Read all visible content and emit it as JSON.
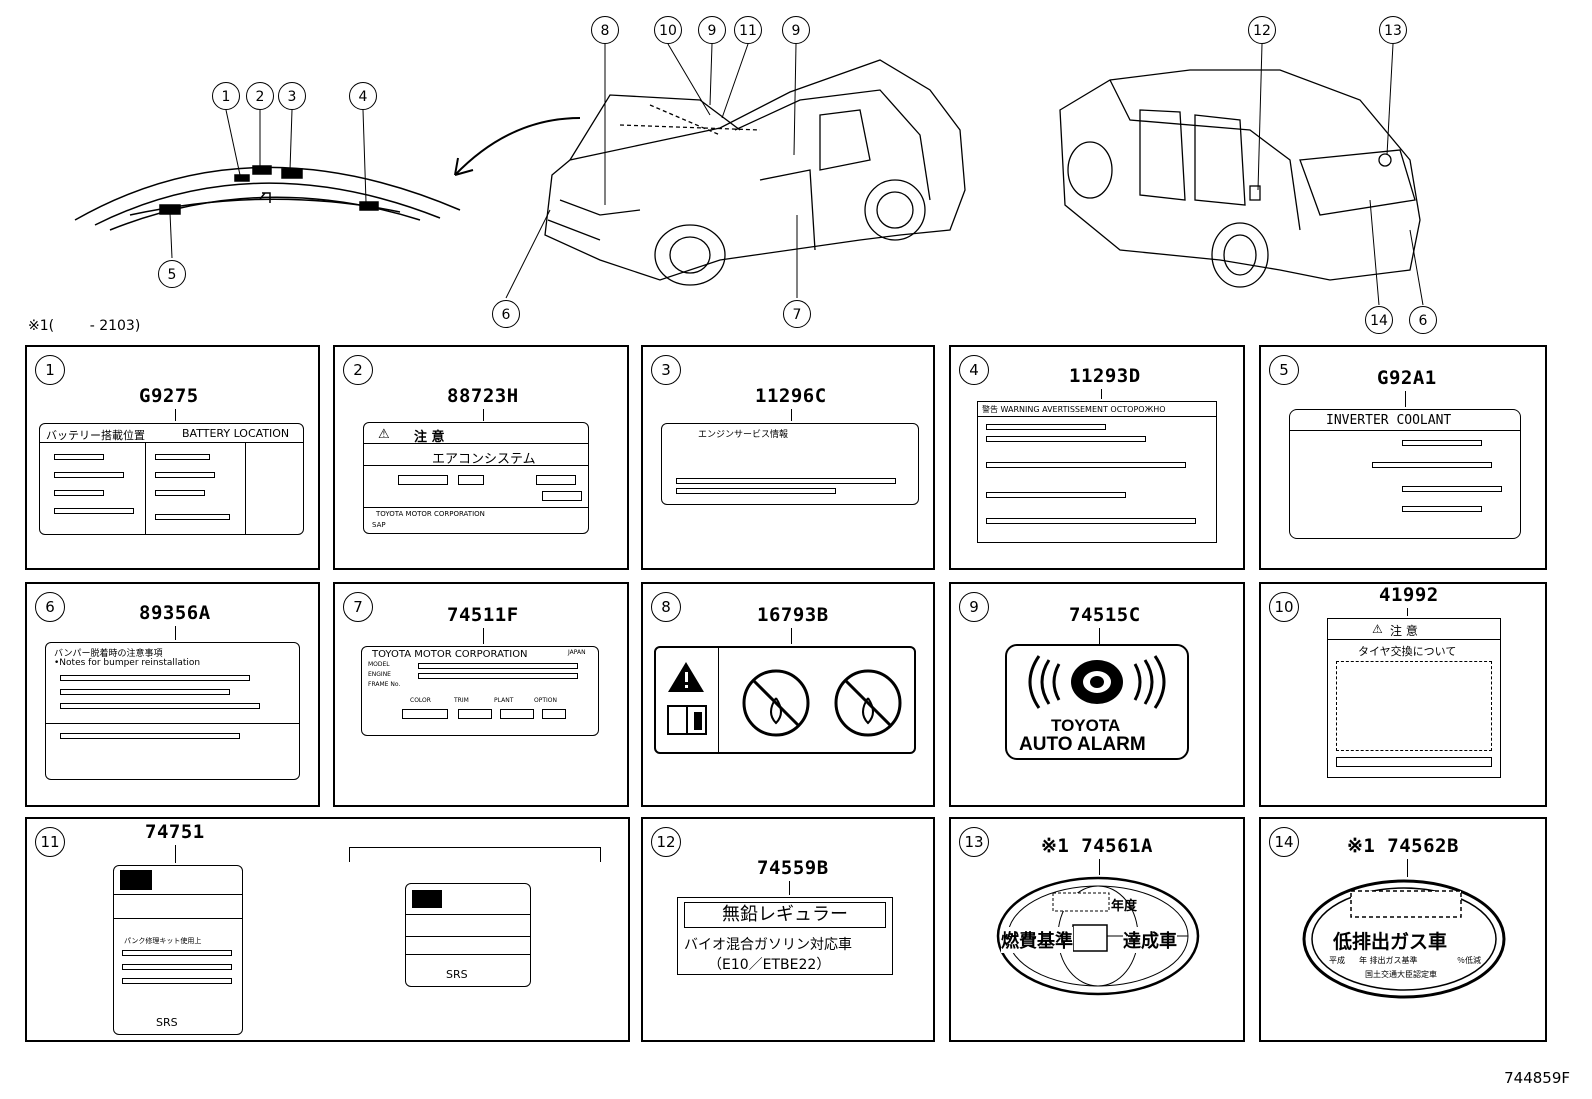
{
  "note_line": "※1(        - 2103)",
  "figure_id": "744859F",
  "callouts_top": [
    "1",
    "2",
    "3",
    "4",
    "5",
    "6",
    "7",
    "8",
    "9",
    "10",
    "11",
    "9",
    "12",
    "13",
    "14",
    "6"
  ],
  "panels": [
    {
      "num": "1",
      "part": "G9275",
      "text": [
        "バッテリー搭載位置",
        "BATTERY LOCATION"
      ]
    },
    {
      "num": "2",
      "part": "88723H",
      "text": [
        "注 意",
        "エアコンシステム",
        "TOYOTA MOTOR CORPORATION",
        "SAP"
      ]
    },
    {
      "num": "3",
      "part": "11296C",
      "text": [
        "エンジンサービス情報"
      ]
    },
    {
      "num": "4",
      "part": "11293D",
      "text": [
        "警告 WARNING AVERTISSEMENT ОСТОРОЖНО"
      ]
    },
    {
      "num": "5",
      "part": "G92A1",
      "text": [
        "INVERTER COOLANT"
      ]
    },
    {
      "num": "6",
      "part": "89356A",
      "text": [
        "バンパー脱着時の注意事項",
        "•Notes for bumper reinstallation"
      ]
    },
    {
      "num": "7",
      "part": "74511F",
      "text": [
        "TOYOTA MOTOR CORPORATION",
        "JAPAN",
        "MODEL",
        "ENGINE",
        "FRAME No.",
        "COLOR",
        "TRIM",
        "PLANT",
        "OPTION"
      ]
    },
    {
      "num": "8",
      "part": "16793B",
      "text": []
    },
    {
      "num": "9",
      "part": "74515C",
      "text": [
        "TOYOTA",
        "AUTO ALARM"
      ]
    },
    {
      "num": "10",
      "part": "41992",
      "text": [
        "注 意",
        "タイヤ交換について"
      ]
    },
    {
      "num": "11",
      "part": "74751",
      "text": [
        "パンク修理キット使用上",
        "SRS",
        "SRS"
      ]
    },
    {
      "num": "12",
      "part": "74559B",
      "text": [
        "無鉛レギュラー",
        "バイオ混合ガソリン対応車",
        "（E10／ETBE22）"
      ]
    },
    {
      "num": "13",
      "part": "※1 74561A",
      "text": [
        "年度",
        "燃費基準",
        "達成車"
      ]
    },
    {
      "num": "14",
      "part": "※1 74562B",
      "text": [
        "低排出ガス車",
        "平成",
        "年 排出ガス基準",
        "％低減",
        "国土交通大臣認定車"
      ]
    }
  ]
}
